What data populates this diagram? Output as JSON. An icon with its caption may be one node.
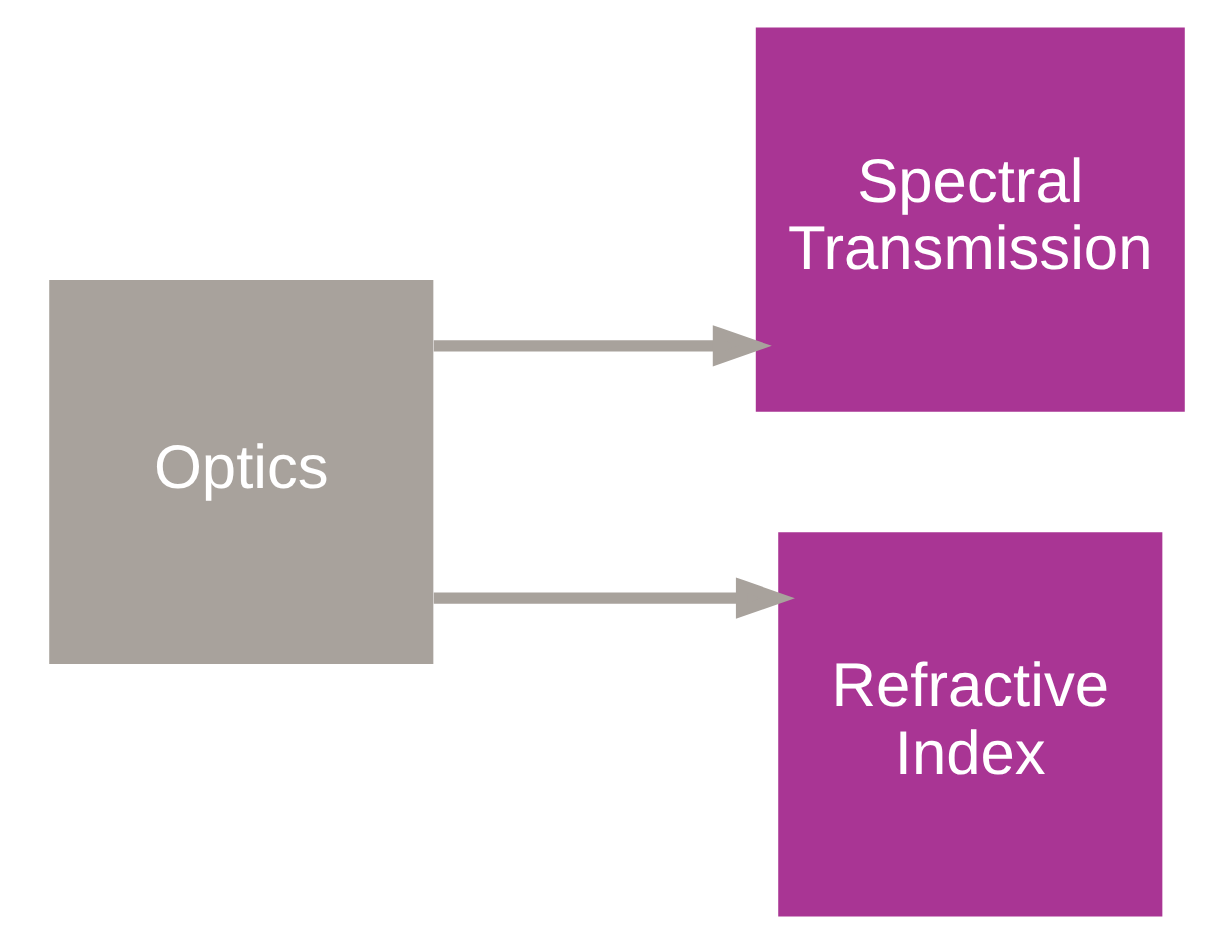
{
  "diagram": {
    "nodes": [
      {
        "text": [
          "Optics"
        ]
      },
      {
        "text": [
          "Spectral Transmission"
        ]
      },
      {
        "text": [
          "Refractive Index"
        ]
      }
    ],
    "edges": [
      {
        "from": 0,
        "to": 1,
        "arrow": "to"
      },
      {
        "from": 0,
        "to": 2,
        "arrow": "to"
      }
    ]
  }
}
